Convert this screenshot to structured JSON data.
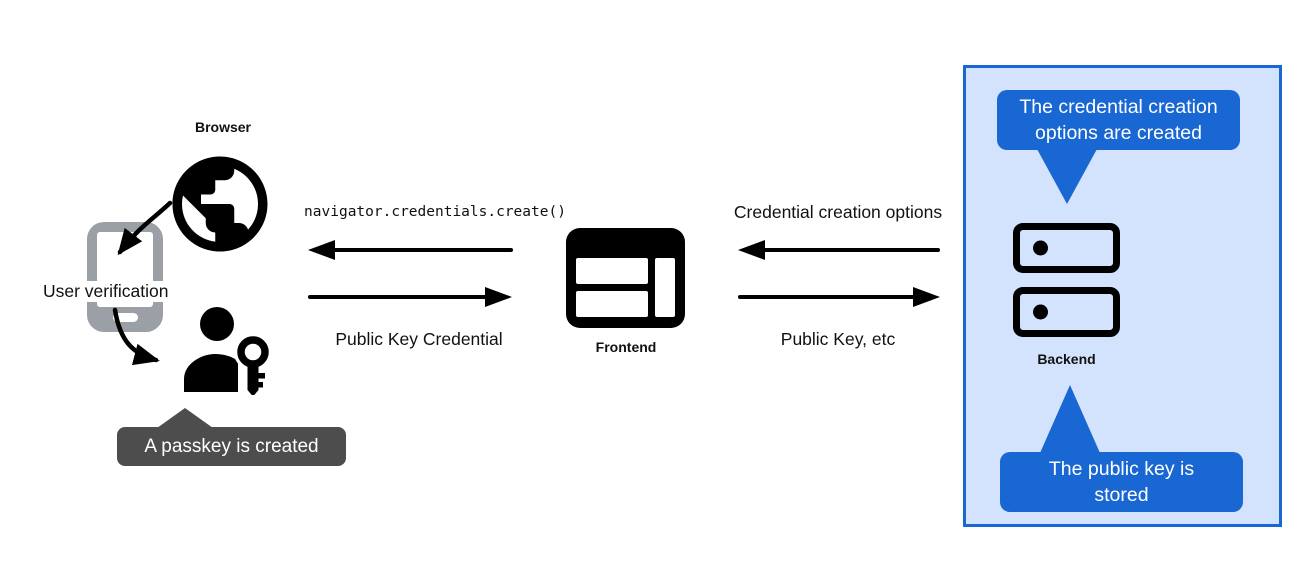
{
  "colors": {
    "accent_blue": "#1967d2",
    "panel_background": "#d3e3fd",
    "dark_callout": "#4d4d4d",
    "phone_gray": "#9aa0a6",
    "ink": "#000000"
  },
  "nodes": {
    "browser": {
      "label": "Browser",
      "icon": "globe-icon"
    },
    "user_verification": {
      "label": "User verification",
      "icon": "smartphone-icon"
    },
    "passkey_user": {
      "icon": "person-with-key-icon"
    },
    "frontend": {
      "label": "Frontend",
      "icon": "browser-window-icon"
    },
    "backend": {
      "label": "Backend",
      "icon": "server-stack-icon"
    }
  },
  "messages": {
    "create_call": {
      "label": "navigator.credentials.create()",
      "direction": "left"
    },
    "public_key_credential": {
      "label": "Public Key Credential",
      "direction": "right"
    },
    "credential_creation_options": {
      "label": "Credential creation options",
      "direction": "left"
    },
    "public_key_etc": {
      "label": "Public Key, etc",
      "direction": "right"
    }
  },
  "callouts": {
    "passkey_created": {
      "text": "A passkey is created",
      "style": "dark"
    },
    "options_created": {
      "text": "The credential creation options are created",
      "style": "blue"
    },
    "public_key_stored": {
      "text": "The public key is stored",
      "style": "blue"
    }
  }
}
